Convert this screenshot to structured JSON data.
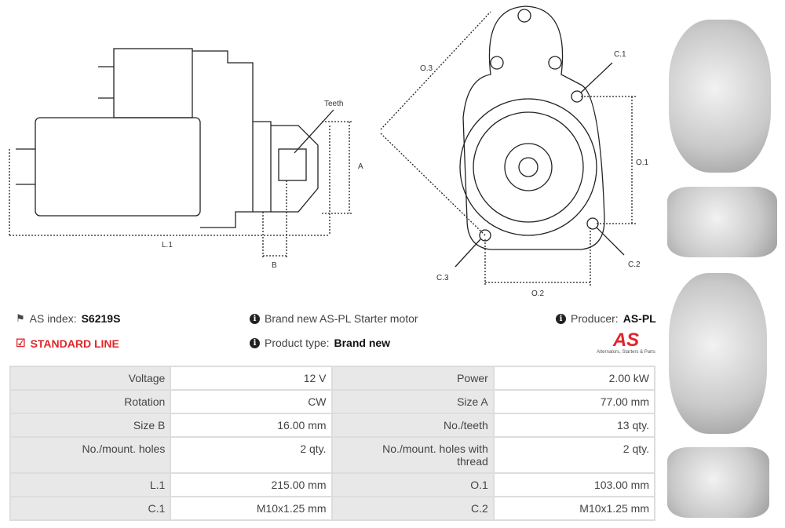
{
  "drawing": {
    "teeth": "Teeth",
    "a": "A",
    "l1": "L.1",
    "b": "B",
    "o3": "O.3",
    "c1": "C.1",
    "o1": "O.1",
    "c2": "C.2",
    "c3": "C.3",
    "o2": "O.2"
  },
  "info": {
    "as_index_label": "AS index:",
    "as_index_value": "S6219S",
    "line": "STANDARD LINE",
    "description": "Brand new AS-PL Starter motor",
    "product_type_label": "Product type:",
    "product_type_value": "Brand new",
    "producer_label": "Producer:",
    "producer_value": "AS-PL",
    "logo_text": "AS",
    "logo_tagline": "Alternators, Starters & Parts"
  },
  "colors": {
    "accent": "#e0262b"
  },
  "specs": [
    [
      "Voltage",
      "12 V",
      "Power",
      "2.00 kW"
    ],
    [
      "Rotation",
      "CW",
      "Size A",
      "77.00 mm"
    ],
    [
      "Size B",
      "16.00 mm",
      "No./teeth",
      "13 qty."
    ],
    [
      "No./mount. holes",
      "2 qty.",
      "No./mount. holes with thread",
      "2 qty."
    ],
    [
      "L.1",
      "215.00 mm",
      "O.1",
      "103.00 mm"
    ],
    [
      "C.1",
      "M10x1.25 mm",
      "C.2",
      "M10x1.25 mm"
    ]
  ]
}
